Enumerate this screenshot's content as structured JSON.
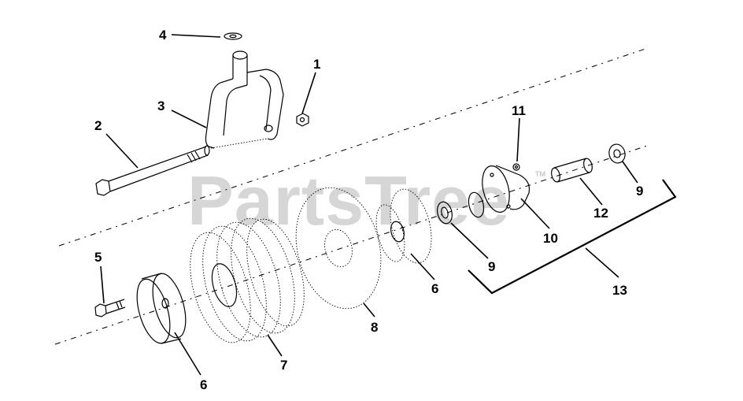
{
  "watermark": {
    "text": "PartsTree",
    "trademark": "TM"
  },
  "callouts": [
    {
      "id": "c1",
      "label": "1"
    },
    {
      "id": "c2",
      "label": "2"
    },
    {
      "id": "c3",
      "label": "3"
    },
    {
      "id": "c4",
      "label": "4"
    },
    {
      "id": "c5",
      "label": "5"
    },
    {
      "id": "c6a",
      "label": "6"
    },
    {
      "id": "c6b",
      "label": "6"
    },
    {
      "id": "c7",
      "label": "7"
    },
    {
      "id": "c8",
      "label": "8"
    },
    {
      "id": "c9a",
      "label": "9"
    },
    {
      "id": "c9b",
      "label": "9"
    },
    {
      "id": "c10",
      "label": "10"
    },
    {
      "id": "c11",
      "label": "11"
    },
    {
      "id": "c12",
      "label": "12"
    },
    {
      "id": "c13",
      "label": "13"
    }
  ]
}
